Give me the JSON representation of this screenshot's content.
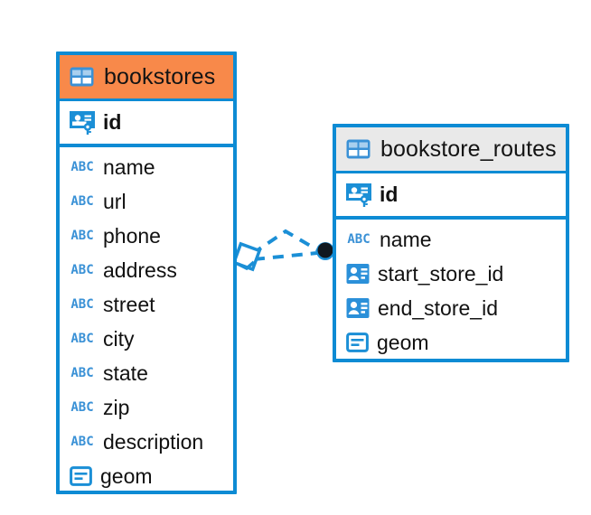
{
  "diagram": {
    "type": "entity-relationship-diagram",
    "background": "#ffffff",
    "accent_blue": "#0d8bd4",
    "accent_orange": "#f8894a",
    "header_gray": "#e9e9e9"
  },
  "entities": [
    {
      "name": "bookstores",
      "header_color": "#f8894a",
      "header_icon": "table-icon",
      "primary_key": {
        "label": "id",
        "icon": "primary-key-icon"
      },
      "fields": [
        {
          "label": "name",
          "icon": "text-abc-icon",
          "type": "ABC"
        },
        {
          "label": "url",
          "icon": "text-abc-icon",
          "type": "ABC"
        },
        {
          "label": "phone",
          "icon": "text-abc-icon",
          "type": "ABC"
        },
        {
          "label": "address",
          "icon": "text-abc-icon",
          "type": "ABC"
        },
        {
          "label": "street",
          "icon": "text-abc-icon",
          "type": "ABC"
        },
        {
          "label": "city",
          "icon": "text-abc-icon",
          "type": "ABC"
        },
        {
          "label": "state",
          "icon": "text-abc-icon",
          "type": "ABC"
        },
        {
          "label": "zip",
          "icon": "text-abc-icon",
          "type": "ABC"
        },
        {
          "label": "description",
          "icon": "text-abc-icon",
          "type": "ABC"
        },
        {
          "label": "geom",
          "icon": "geometry-icon",
          "type": "GEOM"
        }
      ]
    },
    {
      "name": "bookstore_routes",
      "header_color": "#e9e9e9",
      "header_icon": "table-icon",
      "primary_key": {
        "label": "id",
        "icon": "primary-key-icon"
      },
      "fields": [
        {
          "label": "name",
          "icon": "text-abc-icon",
          "type": "ABC"
        },
        {
          "label": "start_store_id",
          "icon": "foreign-key-icon",
          "type": "FK"
        },
        {
          "label": "end_store_id",
          "icon": "foreign-key-icon",
          "type": "FK"
        },
        {
          "label": "geom",
          "icon": "geometry-icon",
          "type": "GEOM"
        }
      ]
    }
  ],
  "relationship": {
    "style": "dashed",
    "color": "#1b8fd6",
    "source_marker": "diamond-outline-marker",
    "target_marker": "filled-circle-marker",
    "source_entity": "bookstores",
    "target_entity": "bookstore_routes",
    "branches": 2
  },
  "abc_glyph": "ABC"
}
